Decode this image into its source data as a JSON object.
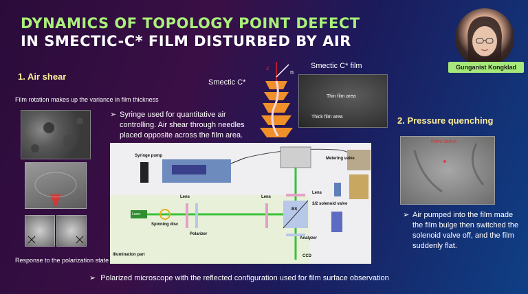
{
  "title_line1": "DYNAMICS OF TOPOLOGY POINT DEFECT",
  "title_line2": "IN SMECTIC-C* FILM DISTURBED BY AIR",
  "presenter": "Gunganist Kongklad",
  "section1": {
    "heading": "1.  Air shear",
    "subtitle": "Film rotation makes up the variance in film thickness",
    "bullet": "Syringe used for quantitative air controlling. Air shear through needles placed opposite across the film area.",
    "caption": "Response to the polarization state"
  },
  "smectic": {
    "label": "Smectic C*",
    "axis_z": "z",
    "axis_n": "n",
    "film_title": "Smectic C* film",
    "thin_label": "Thin film area",
    "thick_label": "Thick film area"
  },
  "section2": {
    "heading": "2.  Pressure quenching",
    "point_defect": "Point defect",
    "bullet": "Air pumped into the film made the film bulge then switched the solenoid valve off, and the film suddenly flat."
  },
  "diagram": {
    "syringe_pump": "Syringe pump",
    "metering_valve": "Metering valve",
    "lens": "Lens",
    "bs": "BS",
    "solenoid": "3/2 solenoid valve",
    "laser": "Laser",
    "spinning_disc": "Spinning disc",
    "polarizer": "Polarizer",
    "analyzer": "Analyzer",
    "illumination": "Illumination part",
    "ccd": "CCD"
  },
  "footer_bullet": "Polarized microscope with the reflected configuration used for film surface observation",
  "colors": {
    "title_green": "#a9f07a",
    "heading_yellow": "#ffef9a",
    "badge_green": "#a6e87a"
  }
}
